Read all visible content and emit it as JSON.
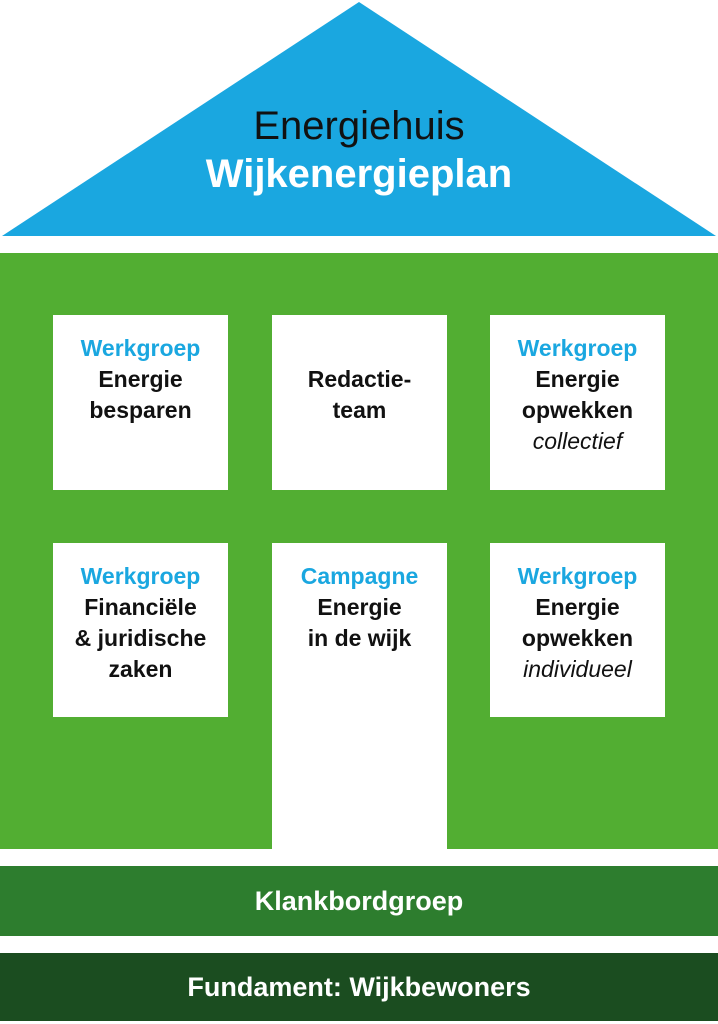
{
  "roof": {
    "line1": "Energiehuis",
    "line2": "Wijkenergieplan",
    "color": "#1aa7e0"
  },
  "house_color": "#52ae32",
  "heading_color": "#1aa7e0",
  "boxes": [
    {
      "heading": "Werkgroep",
      "lines": [
        "Energie",
        "besparen"
      ],
      "italic": ""
    },
    {
      "heading": "",
      "lines": [
        "Redactie-",
        "team"
      ],
      "italic": ""
    },
    {
      "heading": "Werkgroep",
      "lines": [
        "Energie",
        "opwekken"
      ],
      "italic": "collectief"
    },
    {
      "heading": "Werkgroep",
      "lines": [
        "Financiële",
        "& juridische",
        "zaken"
      ],
      "italic": ""
    },
    {
      "heading": "Campagne",
      "lines": [
        "Energie",
        "in de wijk"
      ],
      "italic": ""
    },
    {
      "heading": "Werkgroep",
      "lines": [
        "Energie",
        "opwekken"
      ],
      "italic": "individueel"
    }
  ],
  "bands": {
    "klankbord": "Klankbordgroep",
    "fundament": "Fundament: Wijkbewoners"
  }
}
